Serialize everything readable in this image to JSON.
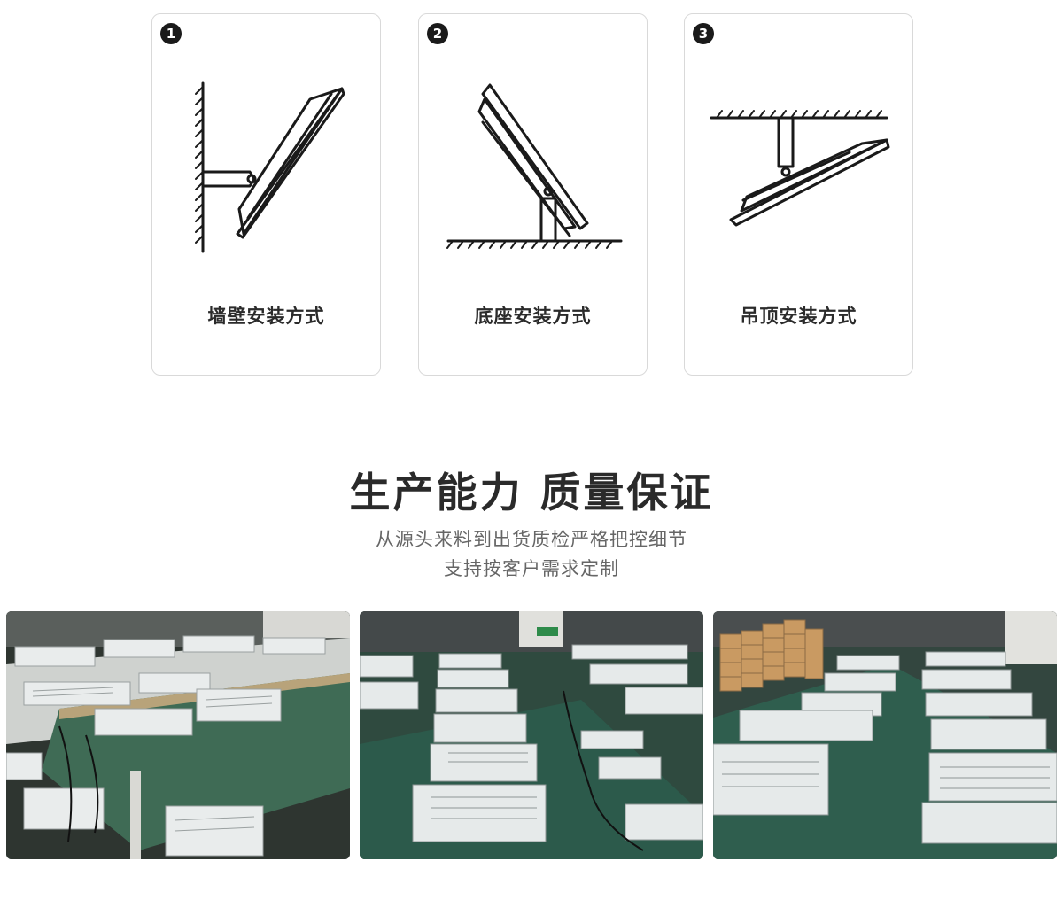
{
  "install_methods": [
    {
      "number": "1",
      "label": "墙壁安装方式",
      "icon": "wall-mount-icon"
    },
    {
      "number": "2",
      "label": "底座安装方式",
      "icon": "base-mount-icon"
    },
    {
      "number": "3",
      "label": "吊顶安装方式",
      "icon": "ceiling-mount-icon"
    }
  ],
  "production": {
    "title": "生产能力 质量保证",
    "subtitle_line1": "从源头来料到出货质检严格把控细节",
    "subtitle_line2": "支持按客户需求定制"
  },
  "colors": {
    "accent": "#1a1a1a",
    "card_border": "#d9d9d9",
    "workbench": "#3f6b55"
  }
}
